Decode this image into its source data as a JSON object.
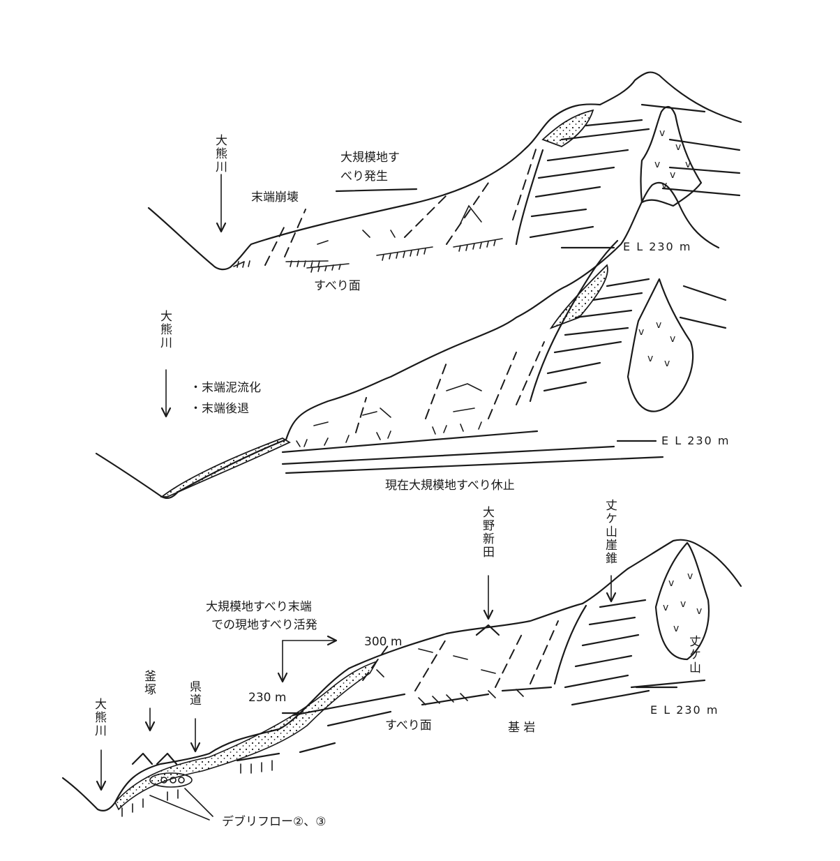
{
  "panel1": {
    "river": "大熊川",
    "label_onset": [
      "大規模地す",
      "べり発生"
    ],
    "label_toe": "末端崩壊",
    "label_slip": "すべり面",
    "label_el": "E L 230 m"
  },
  "panel2": {
    "river": "大熊川",
    "bullet1": "・末端泥流化",
    "bullet2": "・末端後退",
    "label_rest": "現在大規模地すべり休止",
    "label_el": "E L 230 m"
  },
  "panel3": {
    "river": "大熊川",
    "kamatsuka": "釜塚",
    "prefroad": "県道",
    "ono": "大野新田",
    "cliff": "丈ケ山崖錐",
    "mountain": "丈ケ山",
    "active": [
      "大規模地すべり末端",
      "での現地すべり活発"
    ],
    "m300": "300 m",
    "m230": "230 m",
    "label_slip": "すべり面",
    "label_bedrock": "基 岩",
    "label_el": "E L 230 m",
    "debris": "デブリフロー②、③"
  }
}
